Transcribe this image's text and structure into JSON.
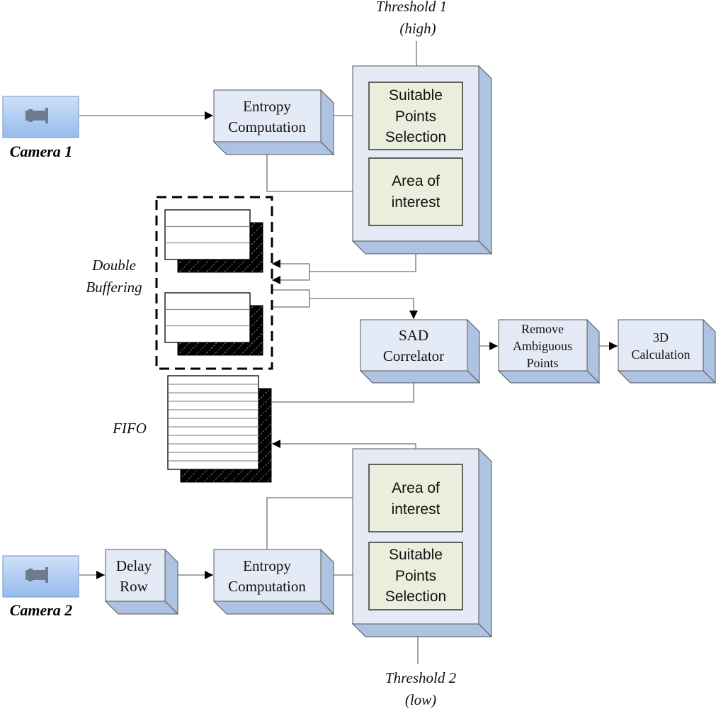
{
  "colors": {
    "box_front": "#e4ebf6",
    "box_side": "#aec3e2",
    "box_outline": "#555555",
    "inner_box": "#ebeedd",
    "camera_top": "#c5d9f5",
    "camera_bottom": "#9fc1ee",
    "camera_icon": "#6e7b8f",
    "buffer_shadow": "#000000",
    "wire": "#707070"
  },
  "cameras": {
    "cam1": {
      "label": "Camera 1",
      "icon": "video-camera-icon"
    },
    "cam2": {
      "label": "Camera 2",
      "icon": "video-camera-icon"
    }
  },
  "blocks": {
    "entropy1": {
      "line1": "Entropy",
      "line2": "Computation"
    },
    "entropy2": {
      "line1": "Entropy",
      "line2": "Computation"
    },
    "delay": {
      "line1": "Delay",
      "line2": "Row"
    },
    "sad": {
      "line1": "SAD",
      "line2": "Correlator"
    },
    "remove": {
      "line1": "Remove",
      "line2": "Ambiguous",
      "line3": "Points"
    },
    "calc3d": {
      "line1": "3D",
      "line2": "Calculation"
    }
  },
  "group_top": {
    "suitable": {
      "line1": "Suitable",
      "line2": "Points",
      "line3": "Selection"
    },
    "area": {
      "line1": "Area of",
      "line2": "interest"
    },
    "threshold": {
      "line1": "Threshold 1",
      "line2": "(high)"
    }
  },
  "group_bottom": {
    "area": {
      "line1": "Area of",
      "line2": "interest"
    },
    "suitable": {
      "line1": "Suitable",
      "line2": "Points",
      "line3": "Selection"
    },
    "threshold": {
      "line1": "Threshold 2",
      "line2": "(low)"
    }
  },
  "memory": {
    "double_buffer": {
      "line1": "Double",
      "line2": "Buffering",
      "buffer_count": 2,
      "rows_per_buffer": 3
    },
    "fifo": {
      "label": "FIFO",
      "rows": 11
    }
  }
}
